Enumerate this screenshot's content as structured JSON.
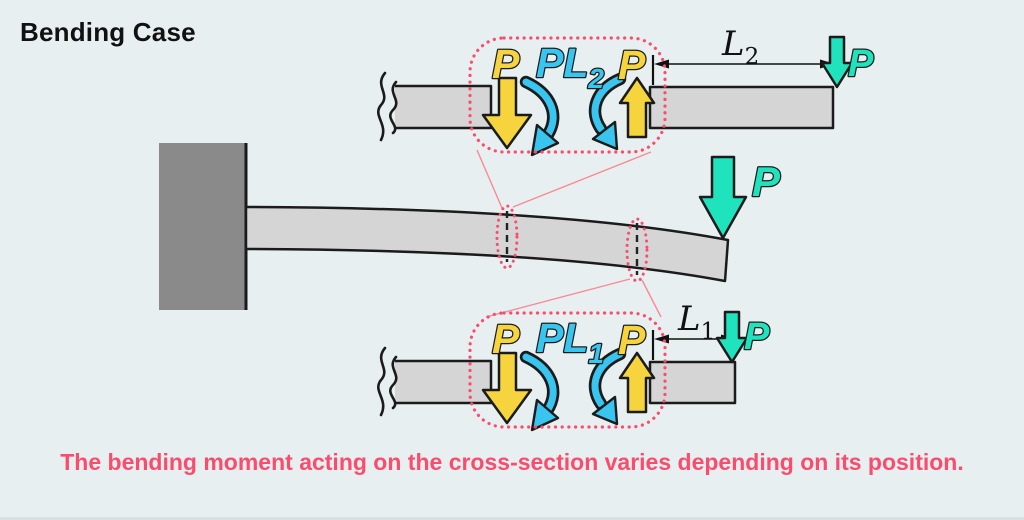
{
  "title": "Bending Case",
  "caption": "The bending moment acting on the cross-section varies depending on its position.",
  "colors": {
    "background": "#e7eff1",
    "footer_strip": "#d9e0e2",
    "wall": "#8a8a8a",
    "beam": "#d5d5d5",
    "outline": "#1b1b1b",
    "force_yellow": "#f6d43e",
    "moment_cyan": "#38c6f0",
    "load_teal": "#1fe3bd",
    "accent_pink": "#fa4d6d",
    "leader_pink": "#f98a94"
  },
  "main": {
    "load_label": "P"
  },
  "top_detail": {
    "shear_left_label": "P",
    "moment_label": "PL",
    "moment_sub": "2",
    "shear_right_label": "P",
    "dim_label": "L",
    "dim_sub": "2",
    "load_label": "P"
  },
  "bottom_detail": {
    "shear_left_label": "P",
    "moment_label": "PL",
    "moment_sub": "1",
    "shear_right_label": "P",
    "dim_label": "L",
    "dim_sub": "1",
    "load_label": "P"
  }
}
